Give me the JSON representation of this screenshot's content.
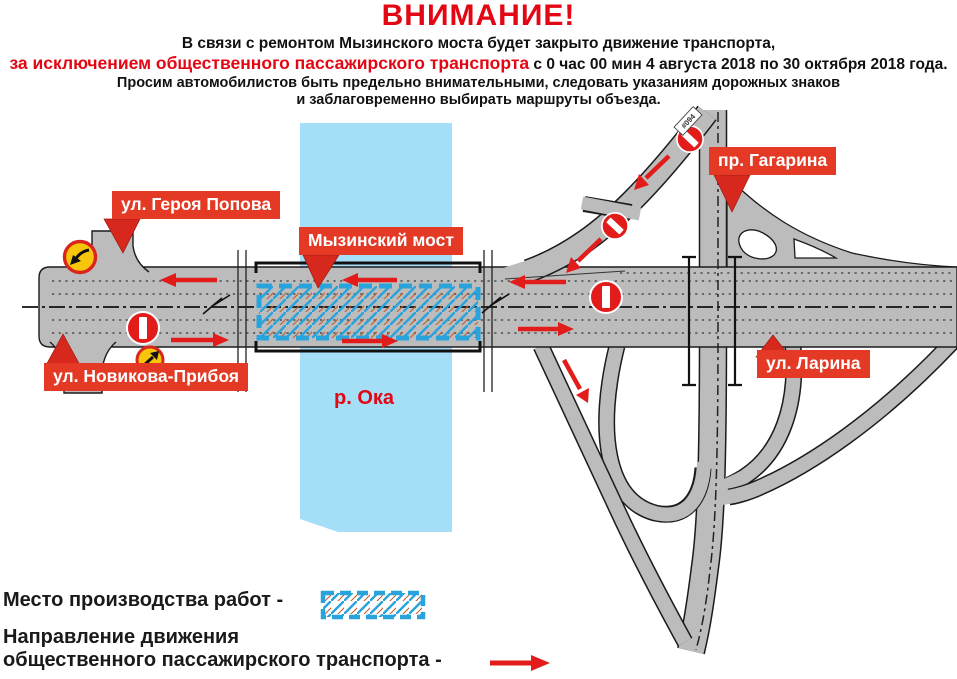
{
  "colors": {
    "accent_red": "#e30613",
    "label_background_red": "#e43a25",
    "sign_red": "#e21b1b",
    "detour_sign_yellow": "#f7c60b",
    "work_zone_blue": "#29a3dc",
    "river_blue": "#a5def7",
    "road_gray": "#bcbcbc"
  },
  "header": {
    "title": "ВНИМАНИЕ!",
    "line1": "В связи с ремонтом Мызинского моста будет закрыто движение транспорта,",
    "line2_red": "за исключением общественного пассажирского транспорта",
    "line2_black": " с 0 час 00 мин 4 августа 2018 по 30 октября 2018 года.",
    "line3": "Просим автомобилистов быть предельно внимательными, следовать указаниям дорожных знаков",
    "line4": "и заблаговременно выбирать маршруты объезда."
  },
  "map": {
    "labels": {
      "geroya_popova": "ул. Героя Попова",
      "myzinsky_most": "Мызинский мост",
      "gagarina": "пр. Гагарина",
      "novikova_priboya": "ул. Новикова-Прибоя",
      "larina": "ул. Ларина",
      "oka_river": "р. Ока",
      "ramp_plate": "#094"
    }
  },
  "legend": {
    "work_zone": "Место производства работ -",
    "direction_line1": "Направление движения",
    "direction_line2": "общественного пассажирского транспорта -"
  }
}
